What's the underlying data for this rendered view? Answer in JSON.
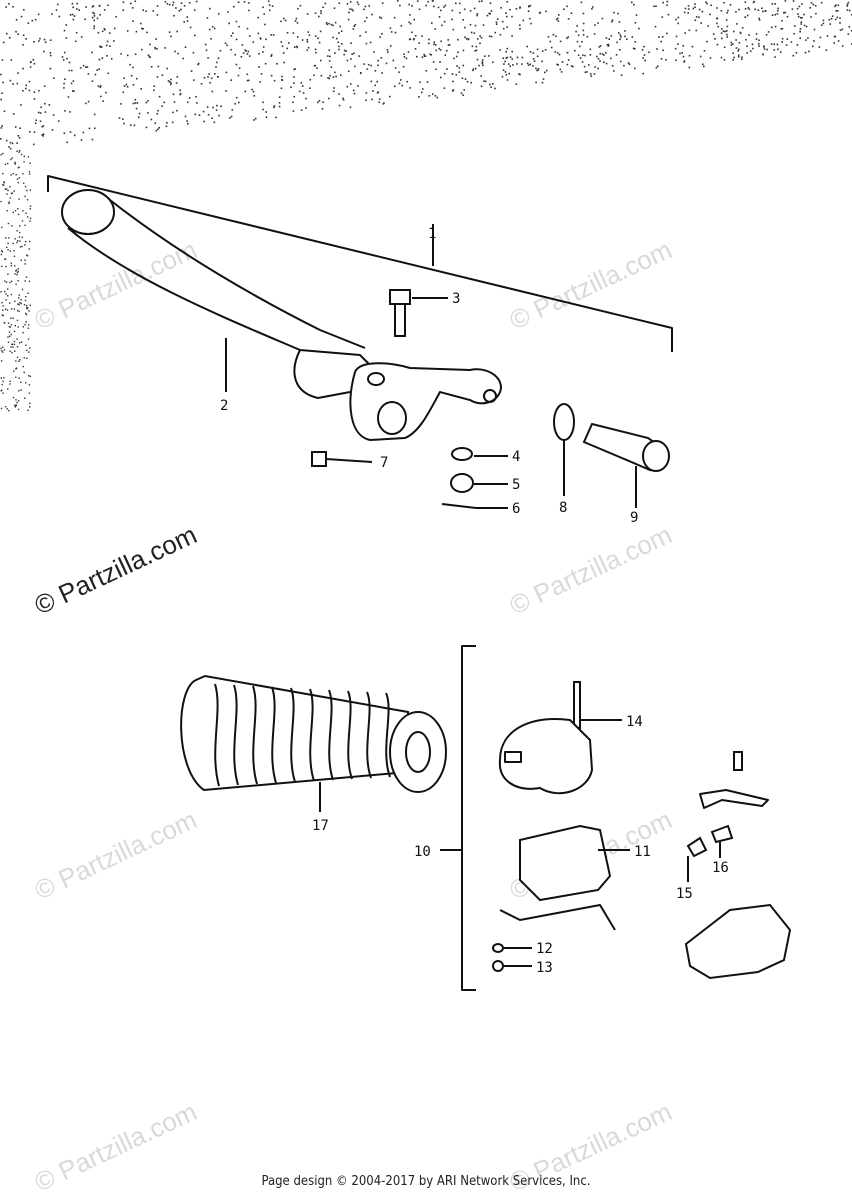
{
  "callouts": {
    "c1": "1",
    "c2": "2",
    "c3": "3",
    "c4": "4",
    "c5": "5",
    "c6": "6",
    "c7": "7",
    "c8": "8",
    "c9": "9",
    "c10": "10",
    "c11": "11",
    "c12": "12",
    "c13": "13",
    "c14": "14",
    "c15": "15",
    "c16": "16",
    "c17": "17"
  },
  "watermark": {
    "text": "© Partzilla.com",
    "color_faint": "#d9d9d9",
    "color_strong": "#222222"
  },
  "footer": {
    "text": "Page design © 2004-2017 by ARI Network Services, Inc."
  }
}
